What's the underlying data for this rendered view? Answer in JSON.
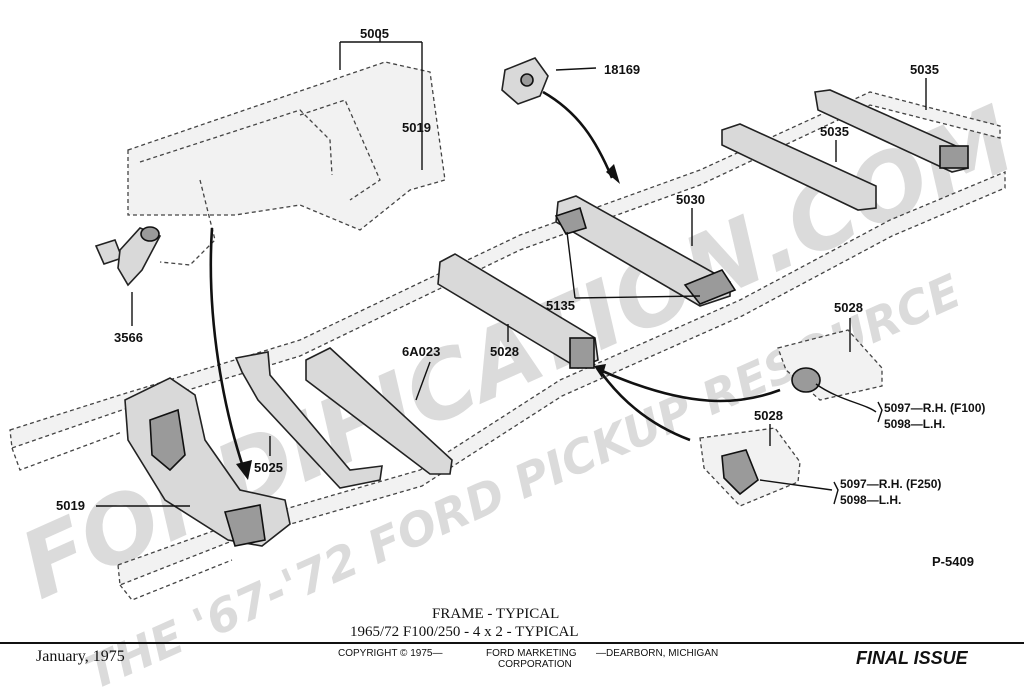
{
  "watermark": {
    "main": "FORDIFICATION.COM",
    "tagline": "THE '67-'72 FORD PICKUP RESOURCE"
  },
  "labels": {
    "l5005": "5005",
    "l5019_top": "5019",
    "l18169": "18169",
    "l5035_a": "5035",
    "l5035_b": "5035",
    "l5030": "5030",
    "l3566": "3566",
    "l5135": "5135",
    "l5028_mid": "5028",
    "l6a023": "6A023",
    "l5028_right": "5028",
    "l5097_f100": "5097—R.H. (F100)",
    "l5098_a": "5098—L.H.",
    "l5028_lower": "5028",
    "l5025": "5025",
    "l5019_left": "5019",
    "l5097_f250": "5097—R.H. (F250)",
    "l5098_b": "5098—L.H.",
    "plate": "P-5409"
  },
  "caption": {
    "line1": "FRAME - TYPICAL",
    "line2": "1965/72  F100/250 - 4 x 2  - TYPICAL"
  },
  "footer": {
    "date": "January, 1975",
    "copyright": "COPYRIGHT © 1975—",
    "org_line1": "FORD MARKETING",
    "org_line2": "CORPORATION",
    "location": "—DEARBORN, MICHIGAN",
    "status": "FINAL ISSUE"
  }
}
